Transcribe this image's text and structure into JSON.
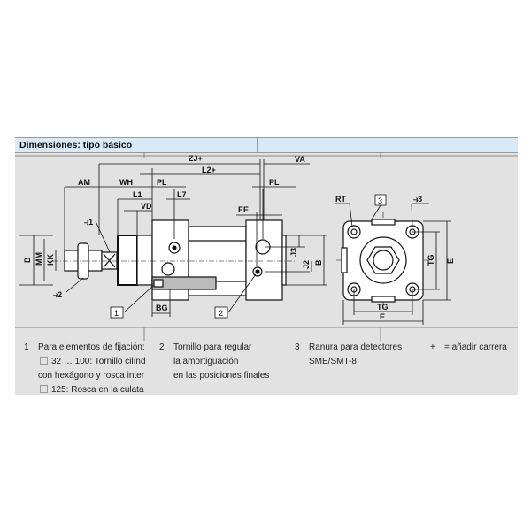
{
  "header": {
    "title": "Dimensiones: tipo básico"
  },
  "dimensions": {
    "zj": "ZJ+",
    "va": "VA",
    "l2": "L2+",
    "am": "AM",
    "wh": "WH",
    "pl_left": "PL",
    "pl_right": "PL",
    "l1": "L1",
    "l7": "L7",
    "vd": "VD",
    "ee": "EE",
    "c1": "⥽1",
    "c2": "⥽2",
    "c3": "⥽3",
    "b_left": "B",
    "mm": "MM",
    "kk": "KK",
    "j3": "J3",
    "j2": "J2",
    "b_right": "B",
    "bg": "BG",
    "rt": "RT",
    "tg_v": "TG",
    "e_v": "E",
    "tg_h": "TG",
    "e_h": "E",
    "callout1": "1",
    "callout2": "2",
    "callout3": "3"
  },
  "legend": [
    {
      "num": "1",
      "lines": [
        "Para elementos de fijación:",
        "32 … 100: Tornillo cilínd",
        "con hexágono y rosca inter",
        "125: Rosca en la culata"
      ]
    },
    {
      "num": "2",
      "lines": [
        "Tornillo para regular",
        "la amortiguación",
        "en las posiciones finales"
      ]
    },
    {
      "num": "3",
      "lines": [
        "Ranura para detectores",
        "SME/SMT-8"
      ]
    },
    {
      "num": "+",
      "lines": [
        "= añadir carrera"
      ]
    }
  ]
}
